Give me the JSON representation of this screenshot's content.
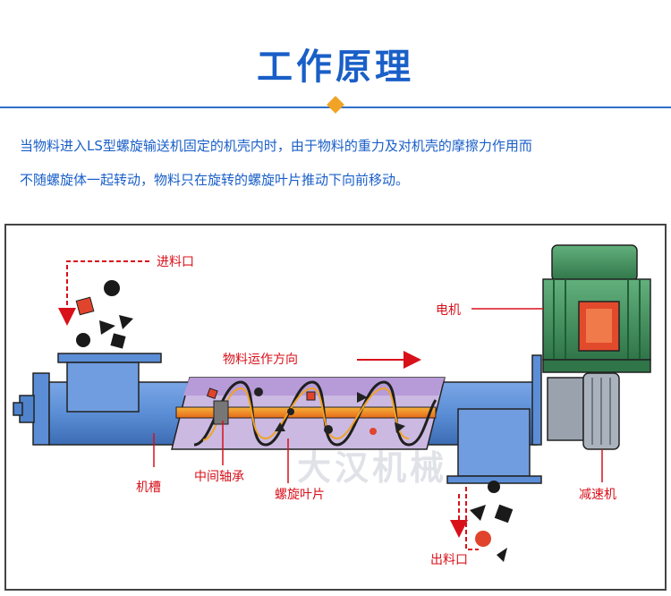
{
  "header": {
    "title": "工作原理"
  },
  "description": {
    "line1": "当物料进入LS型螺旋输送机固定的机壳内时，由于物料的重力及对机壳的摩擦力作用而",
    "line2": "不随螺旋体一起转动，物料只在旋转的螺旋叶片推动下向前移动。"
  },
  "diagram": {
    "labels": {
      "inlet": "进料口",
      "motor": "电机",
      "flow_direction": "物料运作方向",
      "trough": "机槽",
      "middle_bearing": "中间轴承",
      "spiral_blade": "螺旋叶片",
      "reducer": "减速机",
      "outlet": "出料口"
    },
    "watermark": "大汉机械"
  },
  "colors": {
    "title": "#1a5fc8",
    "accent": "#f0a325",
    "label": "#d8101a",
    "trough": "#5b8ed6",
    "motor": "#3f8e5b"
  }
}
